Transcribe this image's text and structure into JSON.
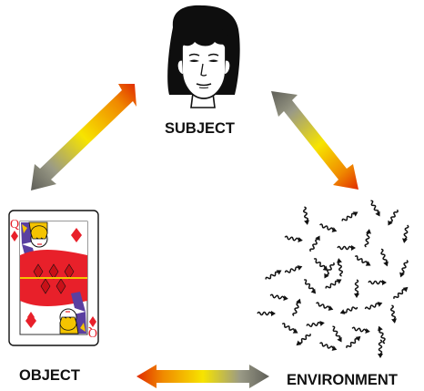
{
  "labels": {
    "subject": "SUBJECT",
    "object": "OBJECT",
    "environment": "ENVIRONMENT"
  },
  "card": {
    "rank": "Q",
    "suit": "diamonds"
  },
  "colors": {
    "arrow_yellow": "#f7e400",
    "arrow_orange": "#f08a00",
    "arrow_red": "#e02a00",
    "arrow_gray": "#6a6a62",
    "card_red": "#e8202a",
    "card_gold": "#f5c400",
    "card_purple": "#5a3fa0",
    "ink": "#111111"
  },
  "icons": [
    "face-icon",
    "playing-card-icon",
    "random-motion-icon",
    "bidirectional-arrow-icon"
  ]
}
